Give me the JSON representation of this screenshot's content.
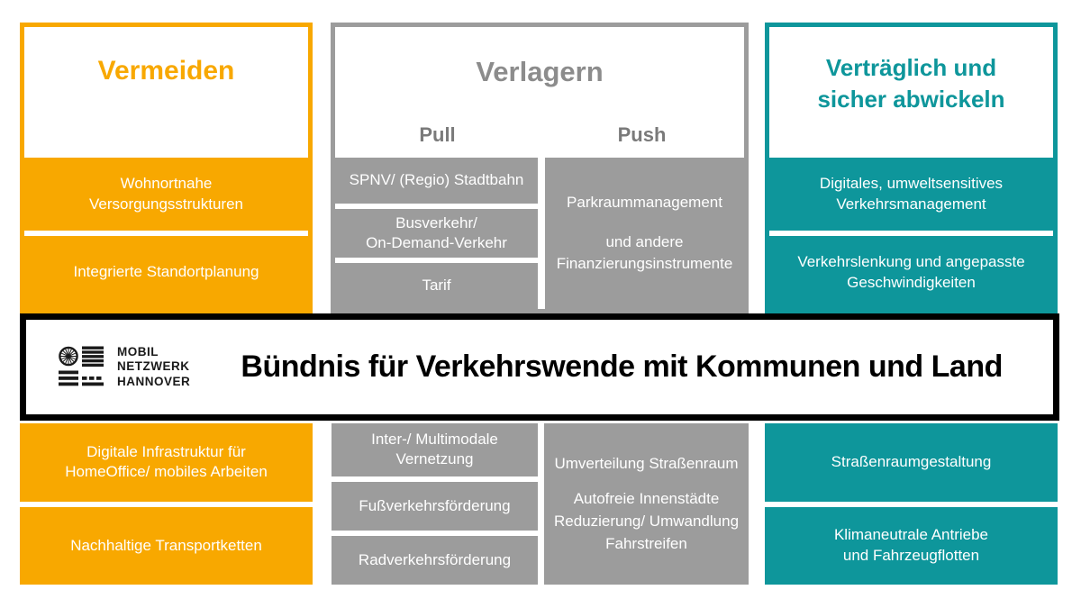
{
  "colors": {
    "orange": "#F8A800",
    "gray": "#9C9C9C",
    "gray_title": "#8C8C8C",
    "gray_sub": "#7A7A7A",
    "teal": "#0E969B"
  },
  "columns": {
    "avoid": {
      "title": "Vermeiden",
      "top_items": [
        "Wohnortnahe\nVersorgungsstrukturen",
        "Integrierte Standortplanung"
      ],
      "bottom_items": [
        "Digitale Infrastruktur für\nHomeOffice/ mobiles Arbeiten",
        "Nachhaltige Transportketten"
      ]
    },
    "shift": {
      "title": "Verlagern",
      "pull_label": "Pull",
      "push_label": "Push",
      "pull_top_items": [
        "SPNV/ (Regio) Stadtbahn",
        "Busverkehr/\nOn-Demand-Verkehr",
        "Tarif"
      ],
      "push_top_paragraphs": [
        "Parkraummanagement",
        "und andere\nFinanzierungsinstrumente"
      ],
      "pull_bottom_items": [
        "Inter-/ Multimodale\nVernetzung",
        "Fußverkehrsförderung",
        "Radverkehrsförderung"
      ],
      "push_bottom_paragraphs": [
        "Umverteilung Straßenraum",
        "Autofreie Innenstädte\nReduzierung/ Umwandlung\nFahrstreifen"
      ]
    },
    "handle": {
      "title": "Verträglich und\nsicher abwickeln",
      "top_items": [
        "Digitales, umweltsensitives\nVerkehrsmanagement",
        "Verkehrslenkung und angepasste\nGeschwindigkeiten"
      ],
      "bottom_items": [
        "Straßenraumgestaltung",
        "Klimaneutrale Antriebe\nund Fahrzeugflotten"
      ]
    }
  },
  "banner": {
    "title": "Bündnis für Verkehrswende mit Kommunen und Land",
    "logo_lines": [
      "MOBIL",
      "NETZWERK",
      "HANNOVER"
    ]
  }
}
